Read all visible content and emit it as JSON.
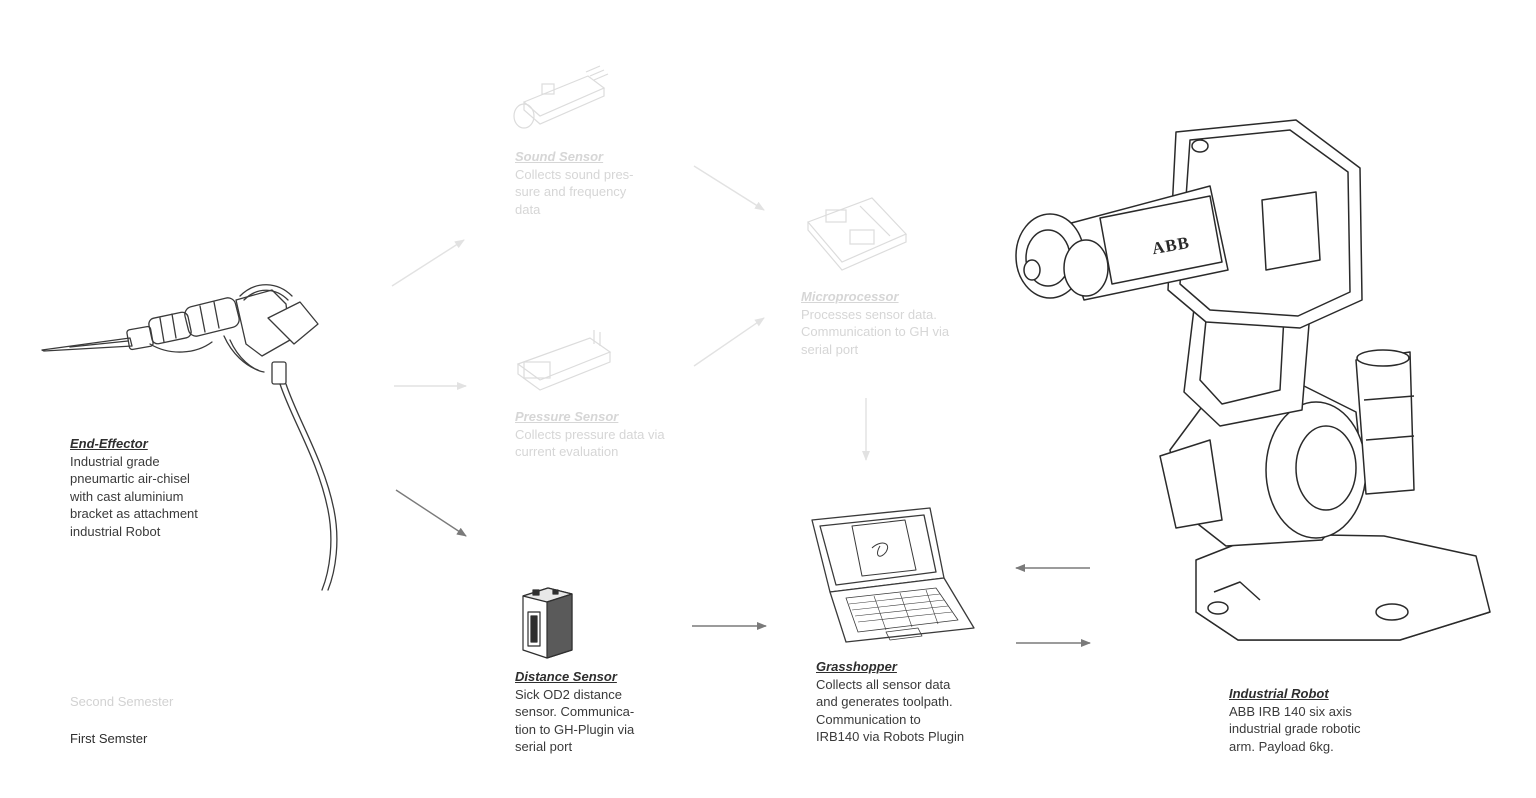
{
  "nodes": {
    "end_effector": {
      "title": "End-Effector",
      "lines": [
        "Industrial grade",
        "pneumartic air-chisel",
        "with cast aluminium",
        "bracket as attachment",
        "industrial Robot"
      ]
    },
    "sound_sensor": {
      "title": "Sound Sensor",
      "lines": [
        "Collects sound pres-",
        "sure and frequency",
        "data"
      ]
    },
    "pressure_sensor": {
      "title": "Pressure Sensor",
      "lines": [
        "Collects pressure data via",
        "current evaluation"
      ]
    },
    "microprocessor": {
      "title": "Microprocessor",
      "lines": [
        "Processes sensor data.",
        "Communication to GH via",
        "serial port"
      ]
    },
    "distance_sensor": {
      "title": "Distance Sensor",
      "lines": [
        "Sick OD2 distance",
        "sensor. Communica-",
        "tion to GH-Plugin via",
        "serial port"
      ]
    },
    "grasshopper": {
      "title": "Grasshopper",
      "lines": [
        "Collects all sensor data",
        "and generates toolpath.",
        "Communication to",
        "IRB140 via Robots Plugin"
      ]
    },
    "industrial_robot": {
      "title": "Industrial Robot",
      "lines": [
        "ABB IRB 140 six axis",
        "industrial grade robotic",
        "arm. Payload 6kg."
      ],
      "brand_mark": "ABB"
    }
  },
  "legend": {
    "second": "Second Semester",
    "first": "First Semster"
  },
  "colors": {
    "faded": "#d6d6d6",
    "solid": "#2e2e2e",
    "arrow_solid": "#7a7a7a",
    "arrow_faded": "#e2e2e2"
  }
}
